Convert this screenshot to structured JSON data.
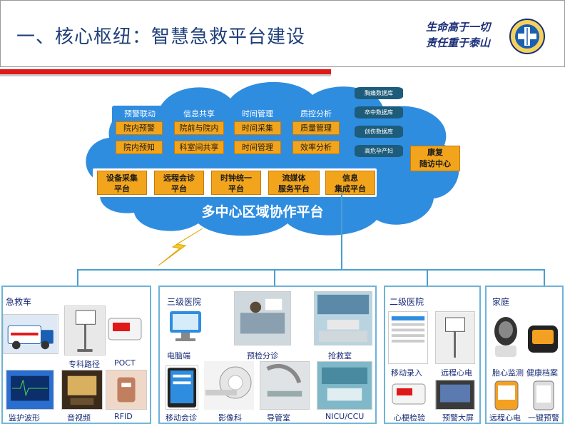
{
  "header": {
    "title": "一、核心枢纽：智慧急救平台建设",
    "slogan_line1": "生命高于一切",
    "slogan_line2": "责任重于泰山"
  },
  "cloud": {
    "groups": [
      {
        "title": "预警联动",
        "items": [
          "院内预警",
          "院内预知"
        ]
      },
      {
        "title": "信息共享",
        "items": [
          "院前与院内",
          "科室间共享"
        ]
      },
      {
        "title": "时间管理",
        "items": [
          "时间采集",
          "时间管理"
        ]
      },
      {
        "title": "质控分析",
        "items": [
          "质量管理",
          "效率分析"
        ]
      }
    ],
    "databases": [
      "胸痛数据库",
      "卒中数据库",
      "创伤数据库",
      "高危孕产妇"
    ],
    "rehab": [
      "康复",
      "随访中心"
    ],
    "platforms": [
      [
        "设备采集",
        "平台"
      ],
      [
        "远程会诊",
        "平台"
      ],
      [
        "时钟统一",
        "平台"
      ],
      [
        "流媒体",
        "服务平台"
      ],
      [
        "信息",
        "集成平台"
      ]
    ],
    "label": "多中心区域协作平台"
  },
  "panels": {
    "ambulance": {
      "title": "急救车",
      "captions": [
        "专科路径",
        "POCT",
        "监护波形",
        "音视频",
        "RFID"
      ]
    },
    "tertiary": {
      "title": "三级医院",
      "captions": [
        "电脑端",
        "预检分诊",
        "抢救室",
        "移动会诊",
        "影像科",
        "导管室",
        "NICU/CCU"
      ]
    },
    "secondary": {
      "title": "二级医院",
      "captions": [
        "移动录入",
        "远程心电",
        "心梗检验",
        "预警大屏"
      ]
    },
    "home": {
      "title": "家庭",
      "captions": [
        "胎心监测",
        "健康档案",
        "远程心电",
        "一键预警"
      ]
    }
  },
  "colors": {
    "title": "#1f3f7a",
    "accent_red": "#e01818",
    "cloud": "#2f8de0",
    "box": "#f2a51c",
    "database": "#1d5c7a",
    "panel_border": "#6db3d8"
  }
}
